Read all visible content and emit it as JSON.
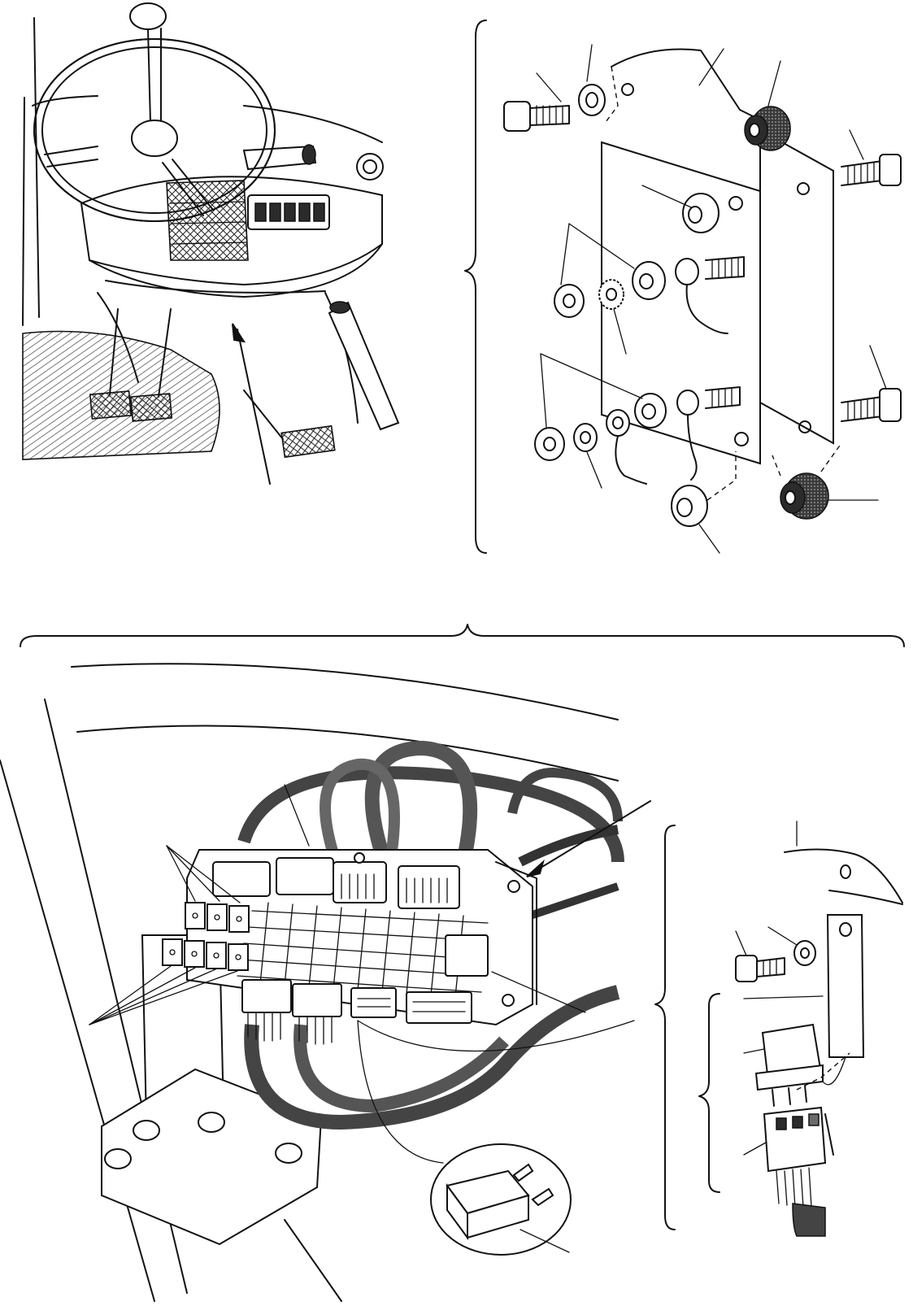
{
  "figure": {
    "panels": [
      {
        "id": "operator-station"
      },
      {
        "id": "mounting-plate-exploded"
      },
      {
        "id": "relay-fuse-box"
      },
      {
        "id": "relay-detail"
      }
    ]
  }
}
